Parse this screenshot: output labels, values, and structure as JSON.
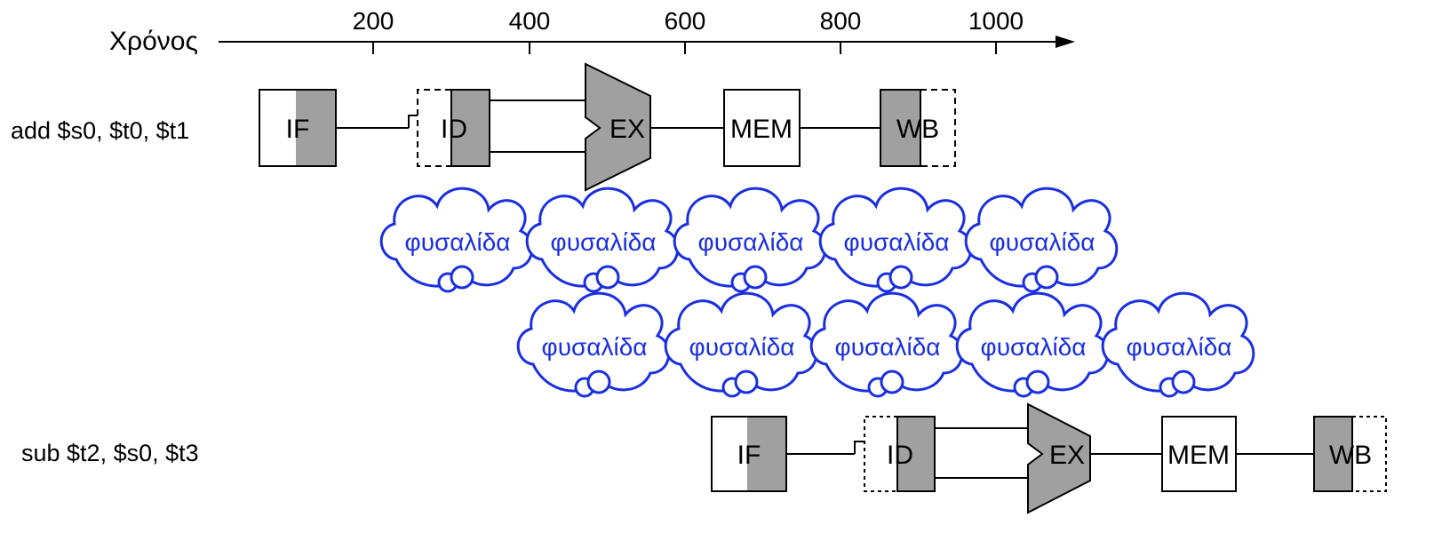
{
  "diagram": {
    "axis_label": "Χρόνος",
    "ticks": [
      "200",
      "400",
      "600",
      "800",
      "1000"
    ],
    "instructions": [
      {
        "text": "add $s0, $t0, $t1",
        "stages": [
          "IF",
          "ID",
          "EX",
          "MEM",
          "WB"
        ]
      },
      {
        "text": "sub $t2, $s0, $t3",
        "stages": [
          "IF",
          "ID",
          "EX",
          "MEM",
          "WB"
        ]
      }
    ],
    "bubble_label": "φυσαλίδα",
    "bubble_rows": [
      5,
      5
    ],
    "colors": {
      "shade": "#a0a0a0",
      "bubble": "#1a2fe0",
      "line": "#000000"
    }
  }
}
